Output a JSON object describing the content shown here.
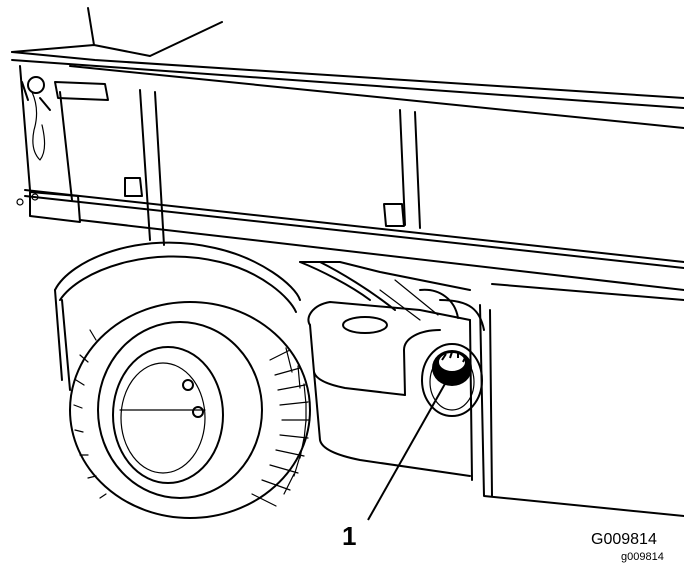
{
  "figure": {
    "callouts": [
      {
        "number": "1"
      }
    ],
    "figure_id": "G009814",
    "figure_ref": "g009814"
  },
  "icons": {
    "main": "utility-vehicle-fuel-tank-line-drawing",
    "part_1": "fuel-cap"
  }
}
